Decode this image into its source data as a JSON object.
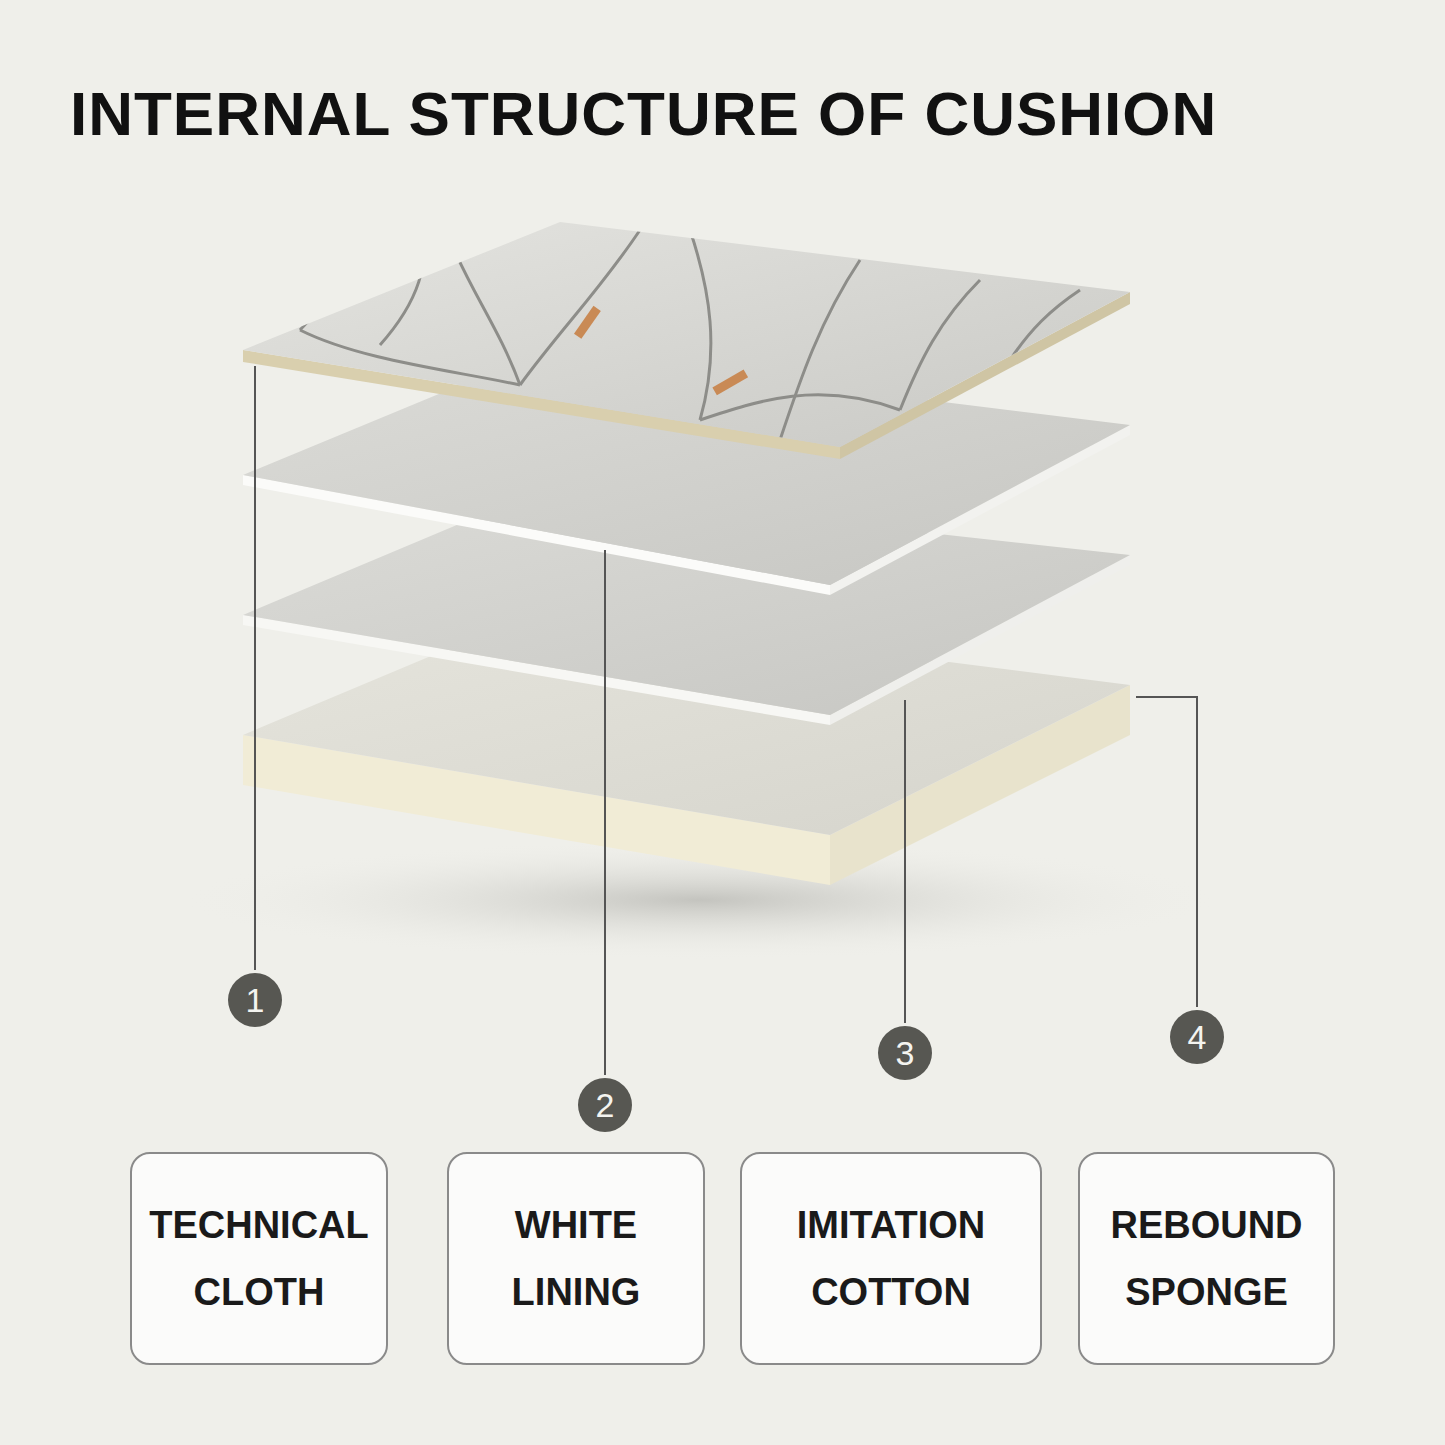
{
  "diagram": {
    "title": "INTERNAL STRUCTURE OF CUSHION",
    "nodes": [
      {
        "text": [
          "TECHNICAL CLOTH"
        ]
      },
      {
        "text": [
          "WHITE LINING"
        ]
      },
      {
        "text": [
          "IMITATION COTTON"
        ]
      },
      {
        "text": [
          "REBOUND SPONGE"
        ]
      }
    ],
    "labels": [
      "1",
      "2",
      "3",
      "4"
    ]
  }
}
